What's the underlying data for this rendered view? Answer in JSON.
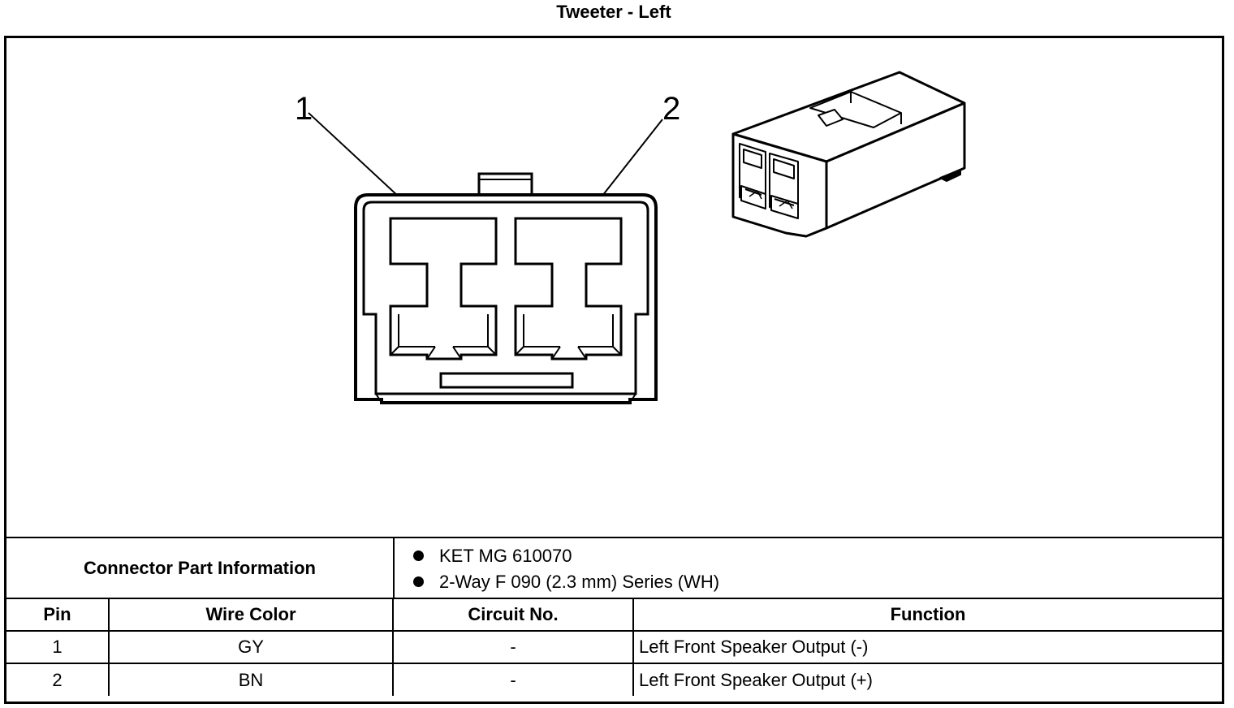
{
  "title": "Tweeter - Left",
  "diagram": {
    "pin_labels": [
      "1",
      "2"
    ]
  },
  "connector_info": {
    "label": "Connector Part Information",
    "items": [
      "KET MG 610070",
      "2-Way F 090 (2.3 mm) Series (WH)"
    ]
  },
  "pin_table": {
    "headers": [
      "Pin",
      "Wire Color",
      "Circuit No.",
      "Function"
    ],
    "rows": [
      [
        "1",
        "GY",
        "-",
        "Left Front Speaker Output (-)"
      ],
      [
        "2",
        "BN",
        "-",
        "Left Front Speaker Output (+)"
      ]
    ]
  }
}
